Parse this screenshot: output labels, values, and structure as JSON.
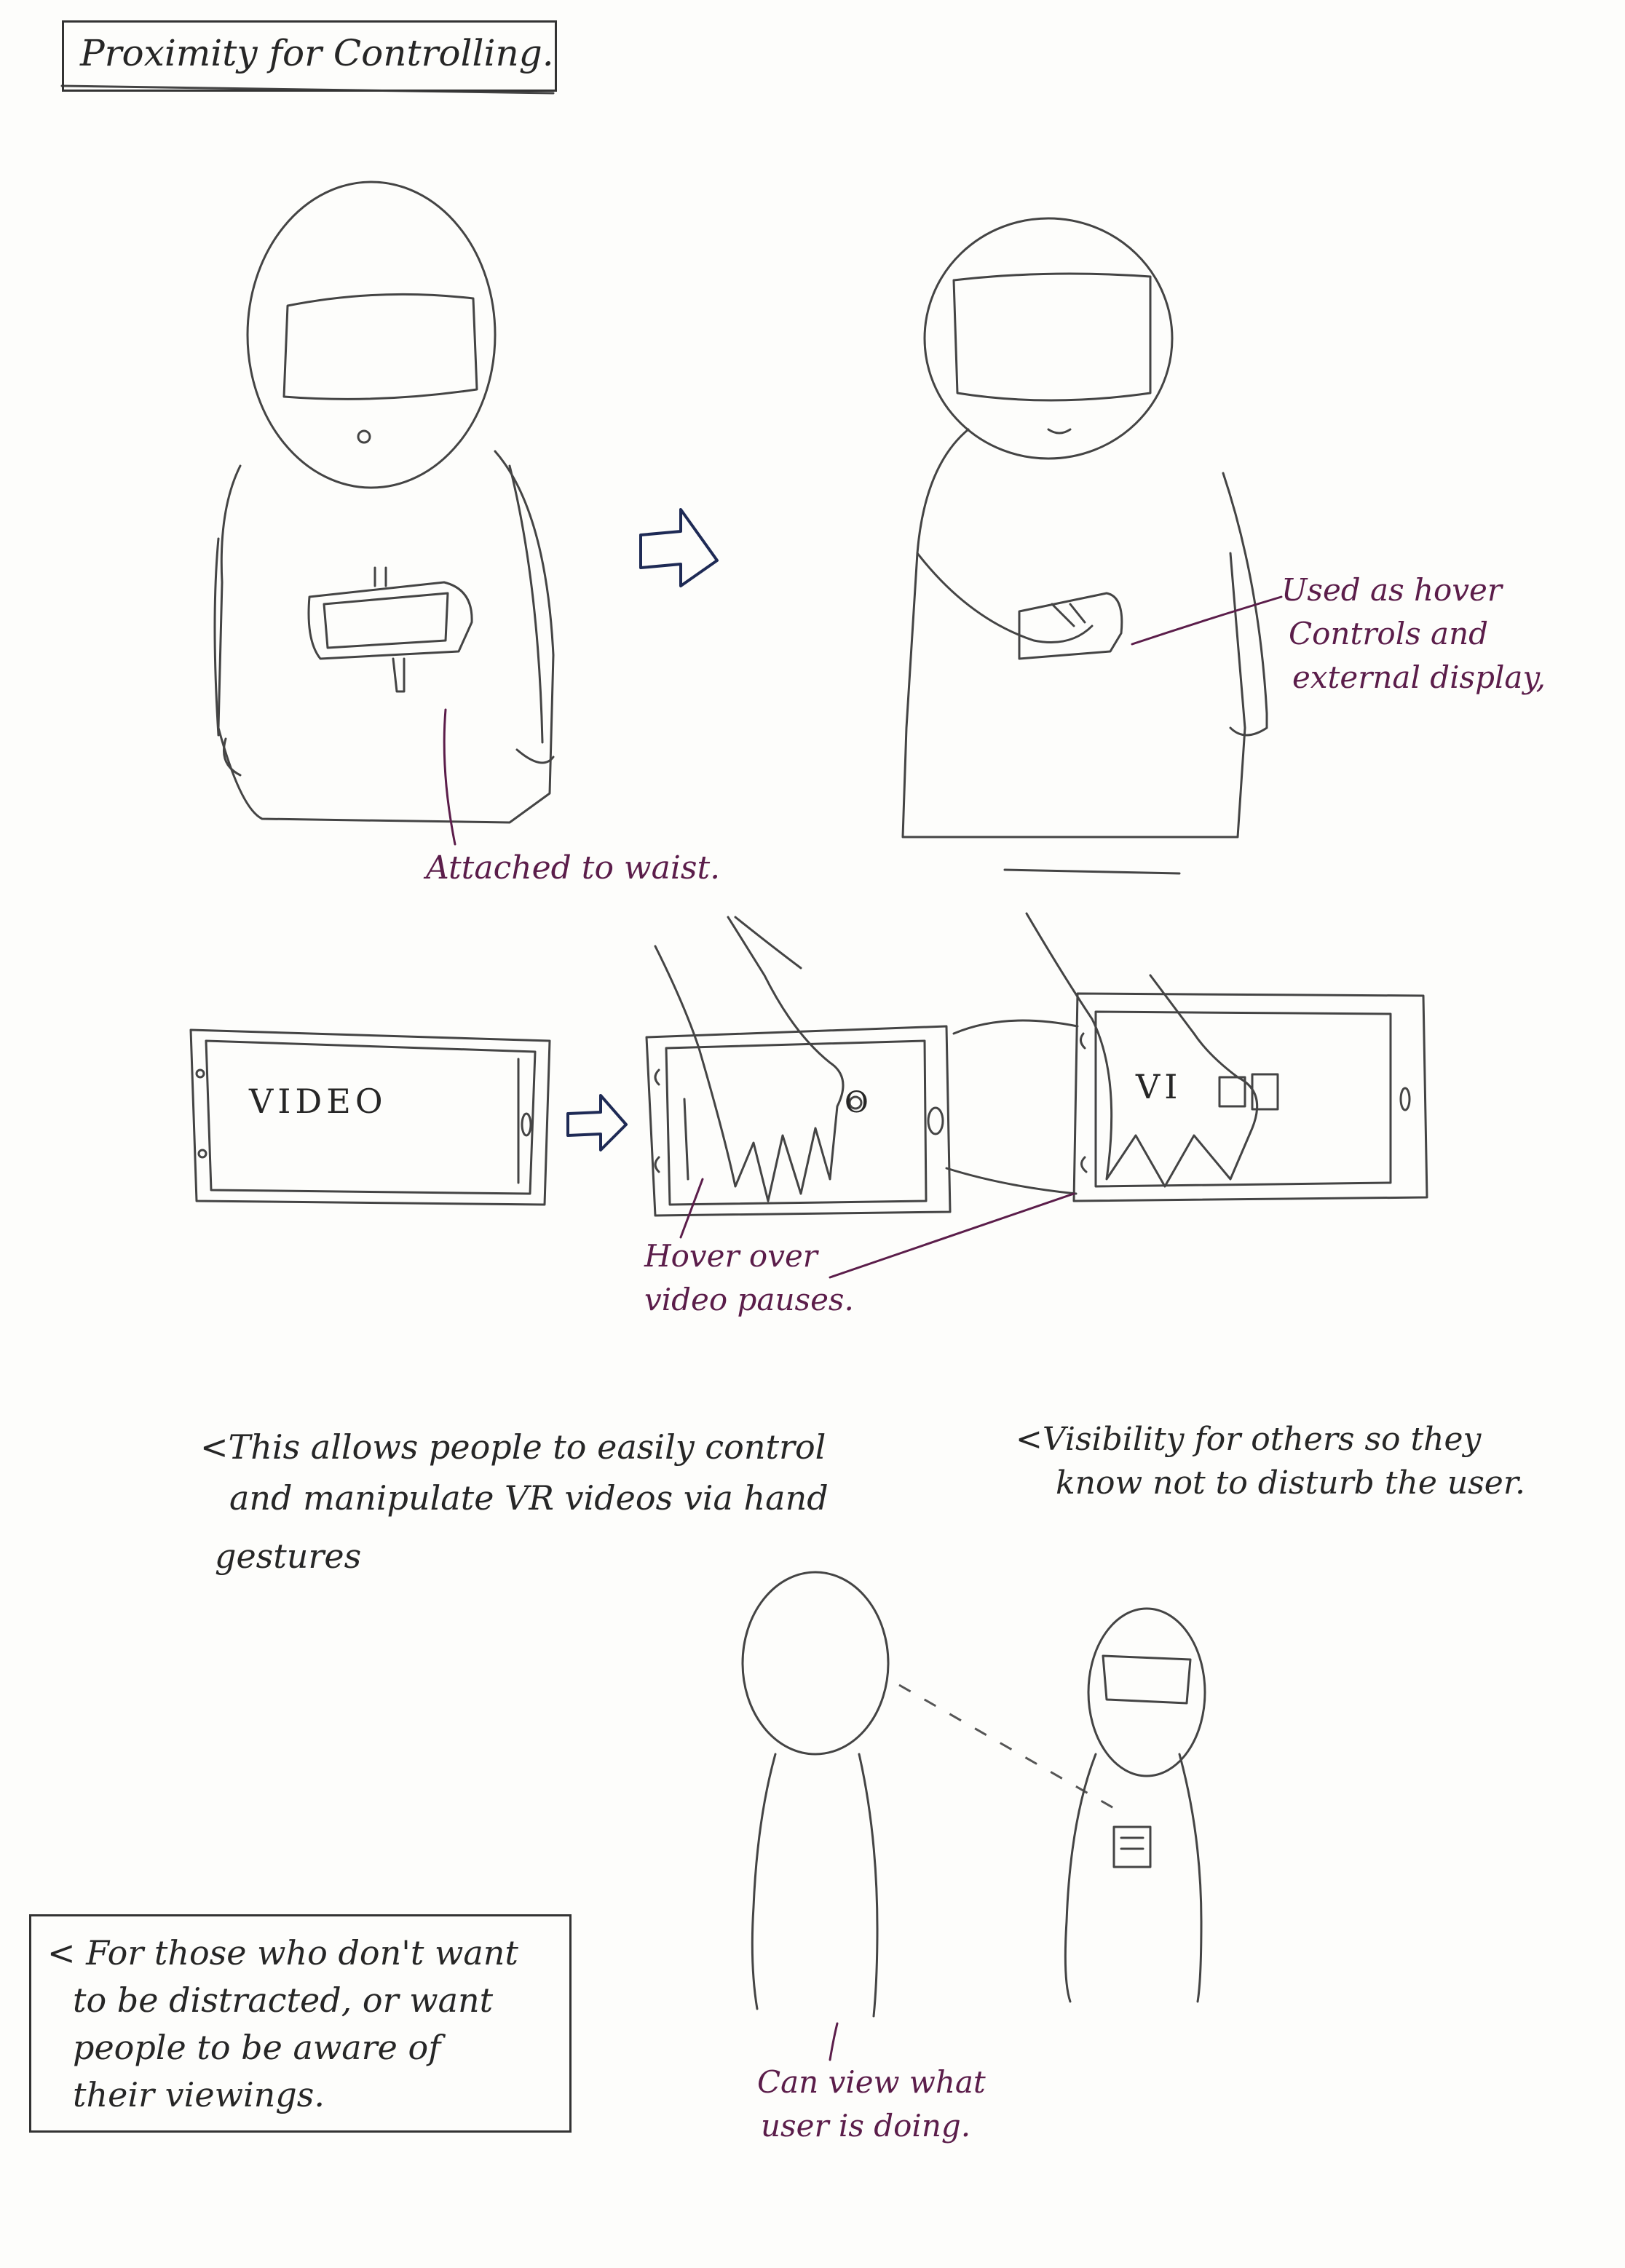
{
  "title": "Proximity for Controlling.",
  "panel1": {
    "label": "Attached to waist."
  },
  "panel2": {
    "label_line1": "Used as hover",
    "label_line2": "Controls and",
    "label_line3": "external display,"
  },
  "panel3": {
    "screen_text_1": "VIDEO",
    "screen_text_2": "O",
    "screen_text_3": "VI",
    "label_line1": "Hover over",
    "label_line2": "video pauses."
  },
  "notes": {
    "left_line1": "<This allows people to easily control",
    "left_line2": "and manipulate VR videos via hand",
    "left_line3": "gestures",
    "right_line1": "<Visibility for others so they",
    "right_line2": "know not to disturb the user."
  },
  "panel4": {
    "label_line1": "Can view what",
    "label_line2": "user is doing."
  },
  "boxed_note": {
    "line1": "< For those who don't want",
    "line2": "to be distracted, or want",
    "line3": "people to be aware of",
    "line4": "their viewings."
  },
  "colors": {
    "pencil": "#444444",
    "arrow_ink": "#1e2a55",
    "annotation_ink": "#5b1d4a"
  }
}
